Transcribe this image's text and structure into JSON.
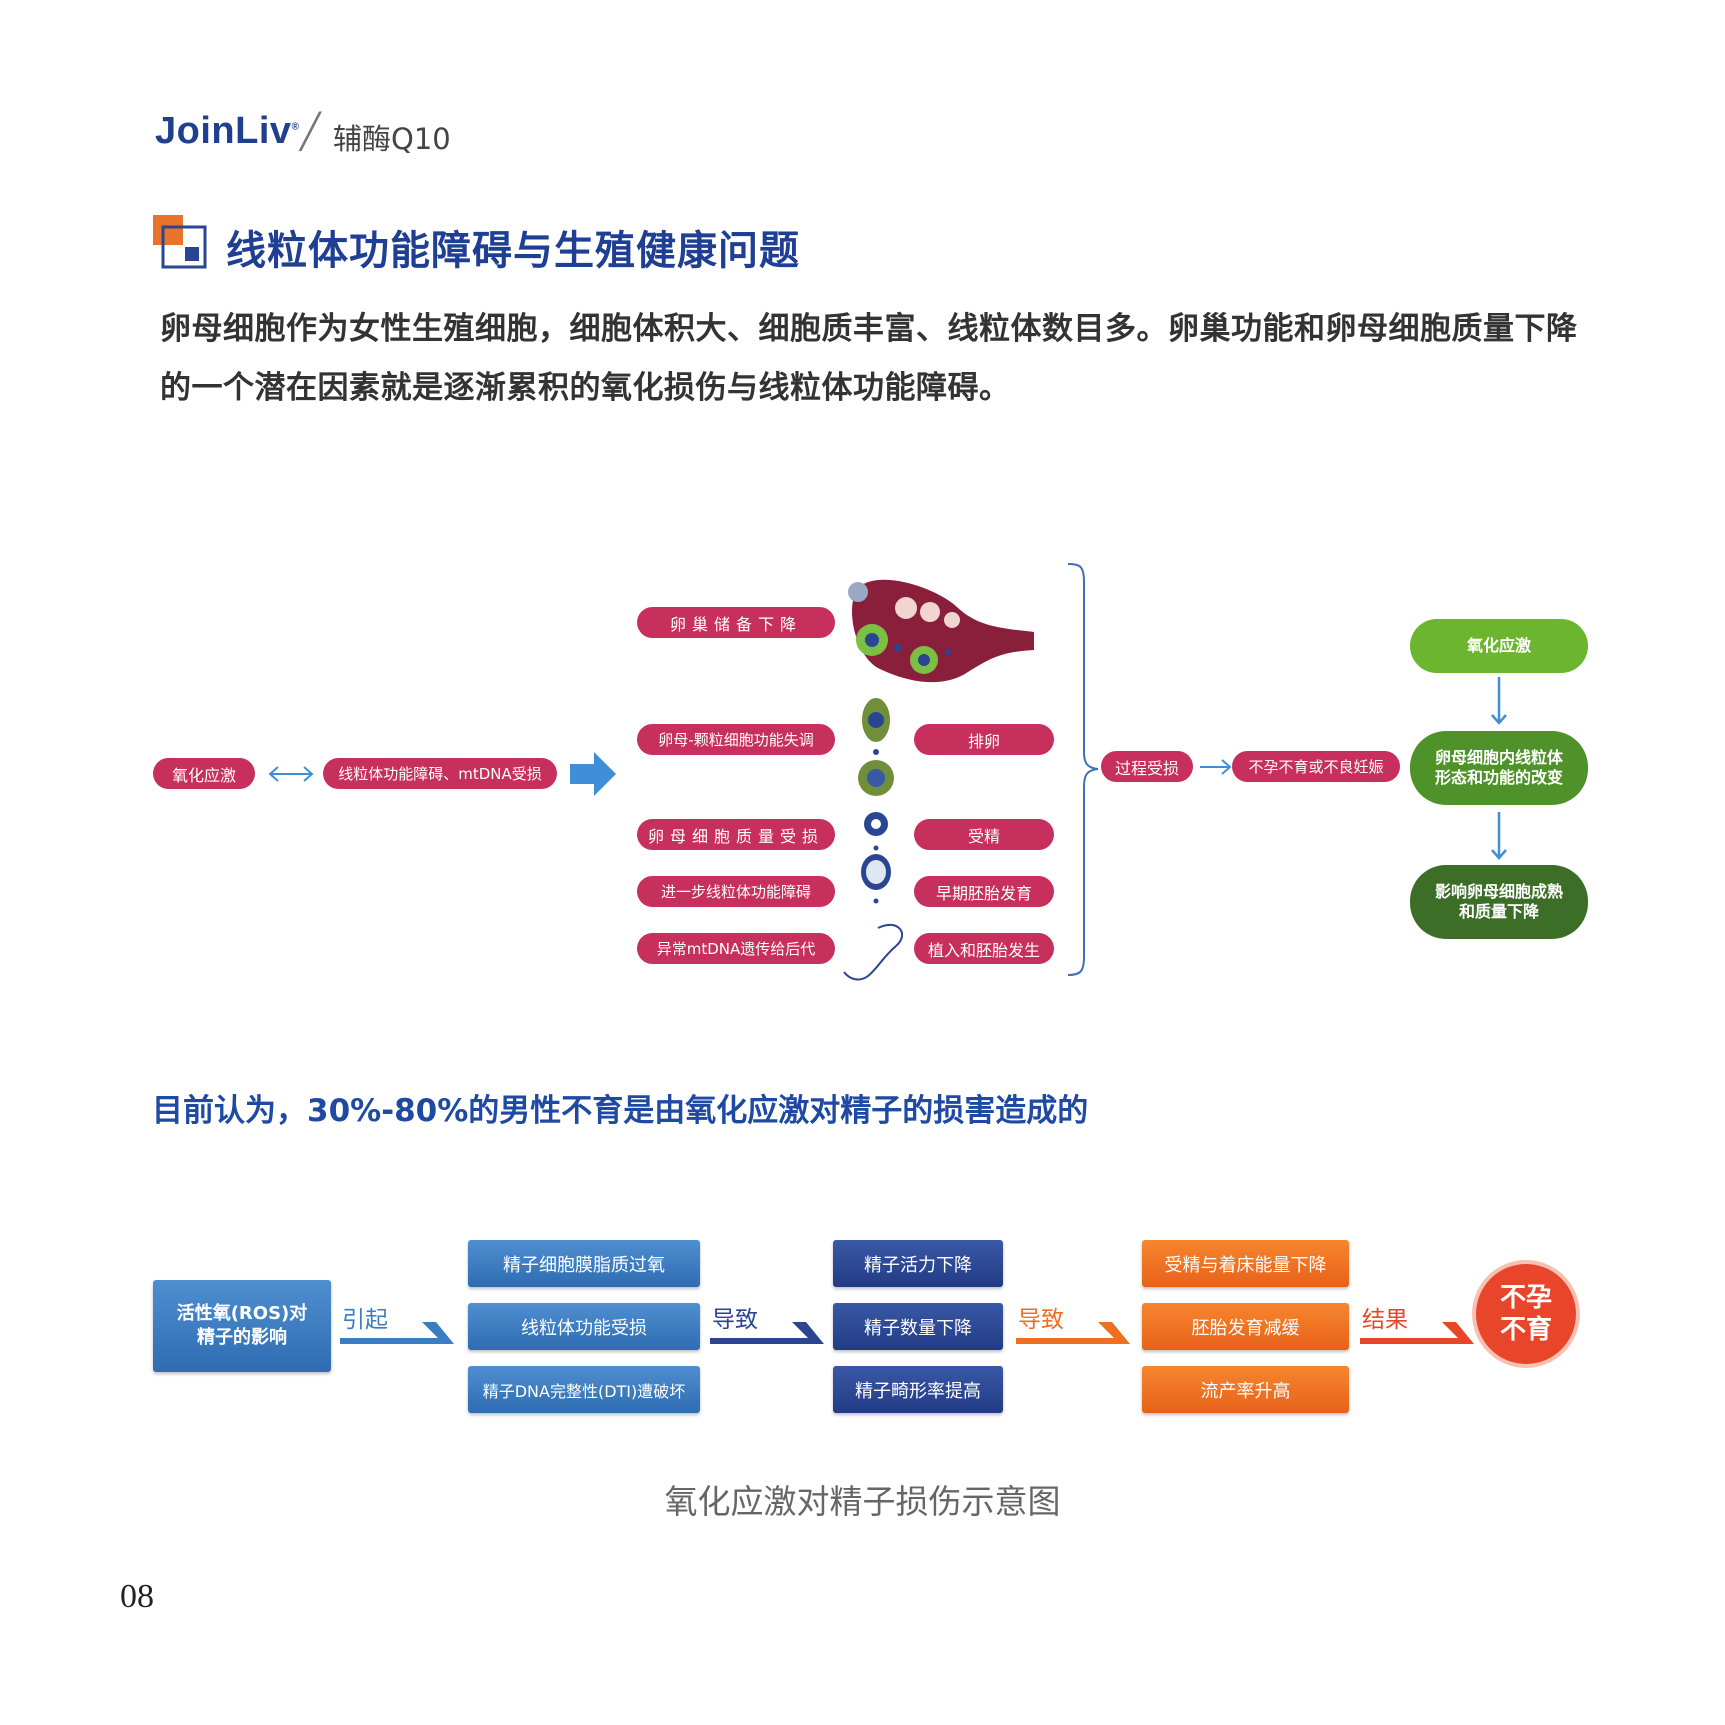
{
  "header": {
    "brand": "JoinLiv",
    "brand_mark": "®",
    "separator": "╱",
    "product": "辅酶Q10"
  },
  "section": {
    "title": "线粒体功能障碍与生殖健康问题",
    "intro": "卵母细胞作为女性生殖细胞，细胞体积大、细胞质丰富、线粒体数目多。卵巢功能和卵母细胞质量下降的一个潜在因素就是逐渐累积的氧化损伤与线粒体功能障碍。"
  },
  "diagram1": {
    "start": "氧化应激",
    "mito": "线粒体功能障碍、mtDNA受损",
    "left_items": [
      "卵巢储备下降",
      "卵母-颗粒细胞功能失调",
      "卵母细胞质量受损",
      "进一步线粒体功能障碍",
      "异常mtDNA遗传给后代"
    ],
    "right_items": [
      "排卵",
      "受精",
      "早期胚胎发育",
      "植入和胚胎发生"
    ],
    "process": "过程受损",
    "outcome": "不孕不育或不良妊娠",
    "green_flow": [
      "氧化应激",
      "卵母细胞内线粒体形态和功能的改变",
      "影响卵母细胞成熟和质量下降"
    ],
    "colors": {
      "pink": "#c72f5c",
      "green_light": "#6cb52e",
      "green_mid": "#4f922a",
      "green_dark": "#3d6e27",
      "arrow_blue": "#3f8fd8"
    }
  },
  "subtitle": "目前认为，30%-80%的男性不育是由氧化应激对精子的损害造成的",
  "diagram2": {
    "source": "活性氧(ROS)对精子的影响",
    "conn1": "引起",
    "col1": [
      "精子细胞膜脂质过氧",
      "线粒体功能受损",
      "精子DNA完整性(DTI)遭破坏"
    ],
    "conn2": "导致",
    "col2": [
      "精子活力下降",
      "精子数量下降",
      "精子畸形率提高"
    ],
    "conn3": "导致",
    "col3": [
      "受精与着床能量下降",
      "胚胎发育减缓",
      "流产率升高"
    ],
    "conn4": "结果",
    "result": "不孕不育",
    "result_lines": [
      "不孕",
      "不育"
    ],
    "caption": "氧化应激对精子损伤示意图",
    "colors": {
      "light_blue": "#3a7dc2",
      "dark_blue": "#2a4591",
      "orange": "#ee6f22",
      "red": "#e8452a"
    }
  },
  "page_number": "08"
}
